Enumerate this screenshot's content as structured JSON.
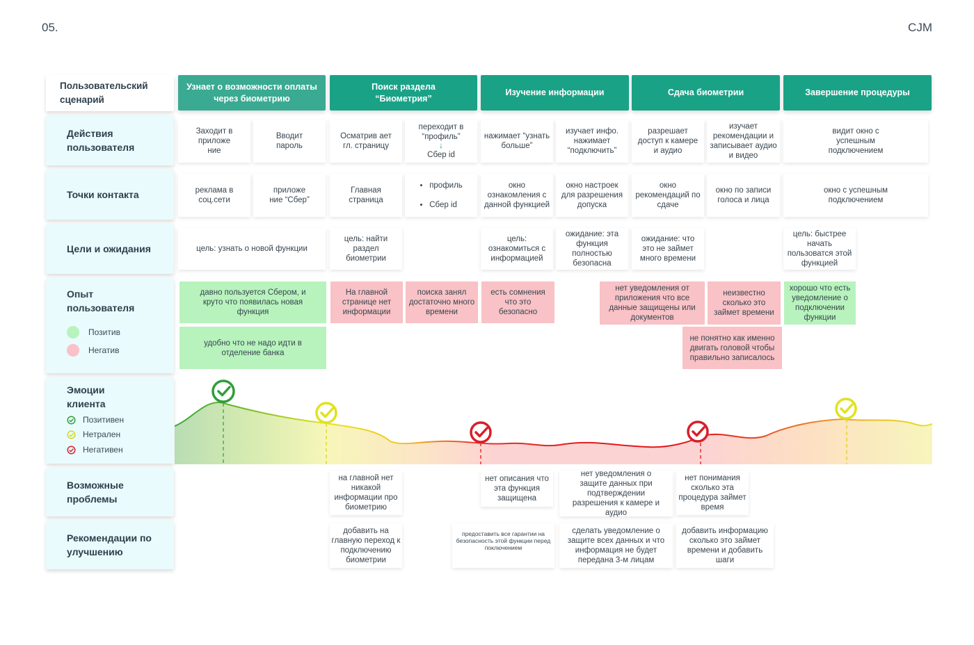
{
  "page": {
    "number": "05.",
    "tag": "CJM"
  },
  "rows": {
    "scenario": "Пользовательский сценарий",
    "actions": "Действия пользователя",
    "touchpoints": "Точки контакта",
    "goals": "Цели и ожидания",
    "experience": "Опыт пользователя",
    "emotions": "Эмоции клиента",
    "problems": "Возможные проблемы",
    "recommendations": "Рекомендации по улучшению"
  },
  "experience_legend": {
    "positive": "Позитив",
    "negative": "Негатив"
  },
  "emotion_legend": {
    "positive": "Позитивен",
    "neutral": "Нетрален",
    "negative": "Негативен"
  },
  "colors": {
    "positive": "#2e9e3a",
    "neutral": "#dfe31e",
    "negative": "#d71f2a",
    "stage": "#1aa287",
    "row_bg": "#e9fbfd",
    "pos_card": "#b8f3bd",
    "neg_card": "#f8c2c6"
  },
  "stages": [
    "Узнает о возможности оплаты через биометрию",
    "Поиск раздела “Биометрия”",
    "Изучение информации",
    "Сдача биометрии",
    "Завершение процедуры"
  ],
  "actions": [
    "Заходит в приложе ние",
    "Вводит пароль",
    "Осматрив ает гл. страницу",
    {
      "top": "переходит в “профиль”",
      "arrow": "↓",
      "bottom": "Сбер id"
    },
    "нажимает “узнать больше”",
    "изучает инфо. нажимает “подключить”",
    "разрешает доступ к камере и аудио",
    "изучает рекомендации и записывает аудио и видео",
    "видит окно с успешным подключением"
  ],
  "touchpoints": [
    "реклама в соц.сети",
    "приложе ние “Сбер”",
    "Главная страница",
    [
      "профиль",
      "Сбер id"
    ],
    "окно ознакомления с данной функцией",
    "окно настроек для разрешения допуска",
    "окно рекомендаций по сдаче",
    "окно по записи голоса и лица",
    "окно с успешным подключением"
  ],
  "goals": [
    "цель: узнать о новой функции",
    "цель: найти раздел биометрии",
    "цель: ознакомиться с информацией",
    "ожидание: эта функция полностью безопасна",
    "ожидание: что это не займет много времени",
    "цель: быстрее начать пользоватся этой функцией"
  ],
  "experience": [
    {
      "text": "давно пользуется Сбером, и круто что появилась новая функция",
      "type": "positive"
    },
    {
      "text": "удобно что не надо идти в отделение банка",
      "type": "positive"
    },
    {
      "text": "На главной странице нет информации",
      "type": "negative"
    },
    {
      "text": "поиска занял достаточно много времени",
      "type": "negative"
    },
    {
      "text": "есть сомнения что это безопасно",
      "type": "negative"
    },
    {
      "text": "нет уведомления от приложения что все данные защищены или документов",
      "type": "negative"
    },
    {
      "text": "неизвестно сколько это займет времени",
      "type": "negative"
    },
    {
      "text": "не понятно как именно двигать головой чтобы правильно записалось",
      "type": "negative"
    },
    {
      "text": "хорошо что есть уведомление о подключении функции",
      "type": "positive"
    }
  ],
  "emotion_markers": [
    {
      "stage": 1,
      "state": "positive"
    },
    {
      "stage": 1,
      "state": "neutral"
    },
    {
      "stage": 3,
      "state": "negative"
    },
    {
      "stage": 4,
      "state": "negative"
    },
    {
      "stage": 5,
      "state": "neutral"
    }
  ],
  "problems": [
    "на главной нет никакой информации про биометрию",
    "нет описания что эта функция защищена",
    "нет уведомления о защите данных при подтверждении разрешения к камере и аудио",
    "нет понимания сколько эта процедура займет время"
  ],
  "recommendations": [
    "добавить на главную переход к подключению биометрии",
    "предоставить все гарантии на безопасность этой функции перед поключением",
    "сделать уведомление о защите всех данных и что информация не будет передана 3-м лицам",
    "добавить информацию сколько это займет времени и добавить шаги"
  ]
}
